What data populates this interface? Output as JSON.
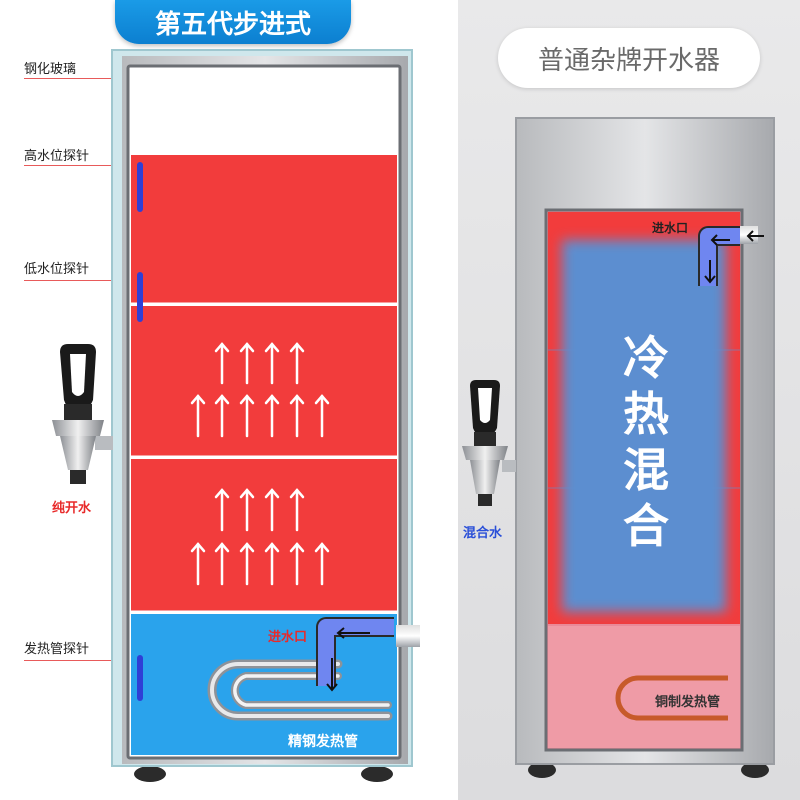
{
  "titles": {
    "left": "第五代步进式",
    "right": "普通杂牌开水器"
  },
  "left_labels": {
    "glass": "钢化玻璃",
    "high_probe": "高水位探针",
    "low_probe": "低水位探针",
    "heater_probe": "发热管探针"
  },
  "left_tank": {
    "inlet_label": "进水口",
    "heater_label": "精钢发热管",
    "tap_label": "纯开水"
  },
  "right_tank": {
    "inlet_label": "进水口",
    "mix_text": "冷热混合",
    "heater_label": "铜制发热管",
    "tap_label": "混合水"
  },
  "colors": {
    "hot_red": "#f23c3c",
    "cold_blue": "#2aa3ec",
    "mix_blue": "#5b8ed0",
    "pink": "#eb8a98",
    "title_blue": "#0f88da"
  },
  "icons": {
    "arrow": "up-arrow-icon",
    "inlet": "elbow-pipe-icon",
    "tap": "faucet-icon"
  }
}
